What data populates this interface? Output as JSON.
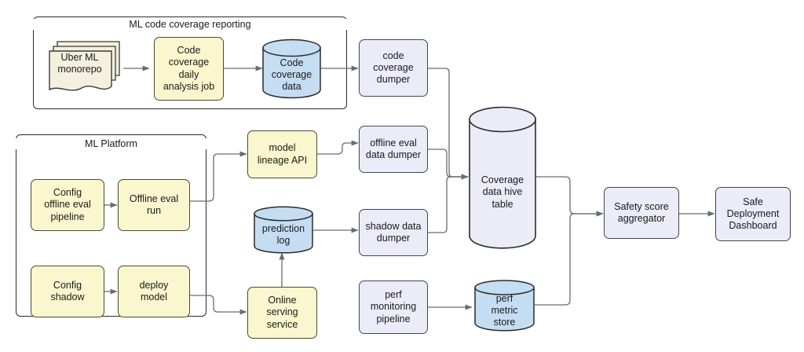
{
  "diagram": {
    "title_hidden": "",
    "colors": {
      "yellow_fill": "#faf6cd",
      "lavender_fill": "#ebecf8",
      "blue_fill": "#c5ddf3",
      "cream_fill": "#f4f0de",
      "edge_stroke": "#6b6b75",
      "node_stroke": "#3a3a3a",
      "group_stroke": "#2b2b2b",
      "text": "#1a1a1a",
      "background": "#ffffff"
    },
    "groups": [
      {
        "id": "ml-code-coverage-reporting",
        "label": "ML code coverage reporting"
      },
      {
        "id": "ml-platform",
        "label": "ML Platform"
      }
    ],
    "nodes": [
      {
        "id": "uber-ml-monorepo",
        "label": "Uber ML\nmonorepo",
        "shape": "multi-document",
        "fill": "#f4f0de"
      },
      {
        "id": "code-coverage-daily-job",
        "label": "Code\ncoverage\ndaily\nanalysis job",
        "shape": "process",
        "fill": "#faf6cd"
      },
      {
        "id": "code-coverage-data",
        "label": "Code\ncoverage\ndata",
        "shape": "cylinder",
        "fill": "#c5ddf3"
      },
      {
        "id": "code-coverage-dumper",
        "label": "code\ncoverage\ndumper",
        "shape": "process",
        "fill": "#ebecf8"
      },
      {
        "id": "config-offline-eval-pipeline",
        "label": "Config\noffline eval\npipeline",
        "shape": "process",
        "fill": "#faf6cd"
      },
      {
        "id": "offline-eval-run",
        "label": "Offline eval\nrun",
        "shape": "process",
        "fill": "#faf6cd"
      },
      {
        "id": "config-shadow",
        "label": "Config\nshadow",
        "shape": "process",
        "fill": "#faf6cd"
      },
      {
        "id": "deploy-model",
        "label": "deploy\nmodel",
        "shape": "process",
        "fill": "#faf6cd"
      },
      {
        "id": "model-lineage-api",
        "label": "model\nlineage API",
        "shape": "process",
        "fill": "#faf6cd"
      },
      {
        "id": "prediction-log",
        "label": "prediction\nlog",
        "shape": "cylinder",
        "fill": "#c5ddf3"
      },
      {
        "id": "online-serving-service",
        "label": "Online\nserving\nservice",
        "shape": "process",
        "fill": "#faf6cd"
      },
      {
        "id": "offline-eval-data-dumper",
        "label": "offline eval\ndata dumper",
        "shape": "process",
        "fill": "#ebecf8"
      },
      {
        "id": "shadow-data-dumper",
        "label": "shadow data\ndumper",
        "shape": "process",
        "fill": "#ebecf8"
      },
      {
        "id": "perf-monitoring-pipeline",
        "label": "perf\nmonitoring\npipeline",
        "shape": "process",
        "fill": "#ebecf8"
      },
      {
        "id": "coverage-data-hive-table",
        "label": "Coverage\ndata hive\ntable",
        "shape": "cylinder",
        "fill": "#ebecf8"
      },
      {
        "id": "perf-metric-store",
        "label": "perf\nmetric\nstore",
        "shape": "cylinder",
        "fill": "#c5ddf3"
      },
      {
        "id": "safety-score-aggregator",
        "label": "Safety score\naggregator",
        "shape": "process",
        "fill": "#ebecf8"
      },
      {
        "id": "safe-deployment-dashboard",
        "label": "Safe\nDeployment\nDashboard",
        "shape": "process",
        "fill": "#ebecf8"
      }
    ],
    "edges": [
      {
        "from": "uber-ml-monorepo",
        "to": "code-coverage-daily-job"
      },
      {
        "from": "code-coverage-daily-job",
        "to": "code-coverage-data"
      },
      {
        "from": "code-coverage-data",
        "to": "code-coverage-dumper"
      },
      {
        "from": "code-coverage-dumper",
        "to": "coverage-data-hive-table"
      },
      {
        "from": "config-offline-eval-pipeline",
        "to": "offline-eval-run"
      },
      {
        "from": "config-shadow",
        "to": "deploy-model"
      },
      {
        "from": "offline-eval-run",
        "to": "model-lineage-api"
      },
      {
        "from": "deploy-model",
        "to": "online-serving-service"
      },
      {
        "from": "model-lineage-api",
        "to": "offline-eval-data-dumper"
      },
      {
        "from": "online-serving-service",
        "to": "prediction-log"
      },
      {
        "from": "prediction-log",
        "to": "shadow-data-dumper"
      },
      {
        "from": "offline-eval-data-dumper",
        "to": "coverage-data-hive-table"
      },
      {
        "from": "shadow-data-dumper",
        "to": "coverage-data-hive-table"
      },
      {
        "from": "perf-monitoring-pipeline",
        "to": "perf-metric-store"
      },
      {
        "from": "coverage-data-hive-table",
        "to": "safety-score-aggregator"
      },
      {
        "from": "perf-metric-store",
        "to": "safety-score-aggregator"
      },
      {
        "from": "safety-score-aggregator",
        "to": "safe-deployment-dashboard"
      }
    ]
  }
}
